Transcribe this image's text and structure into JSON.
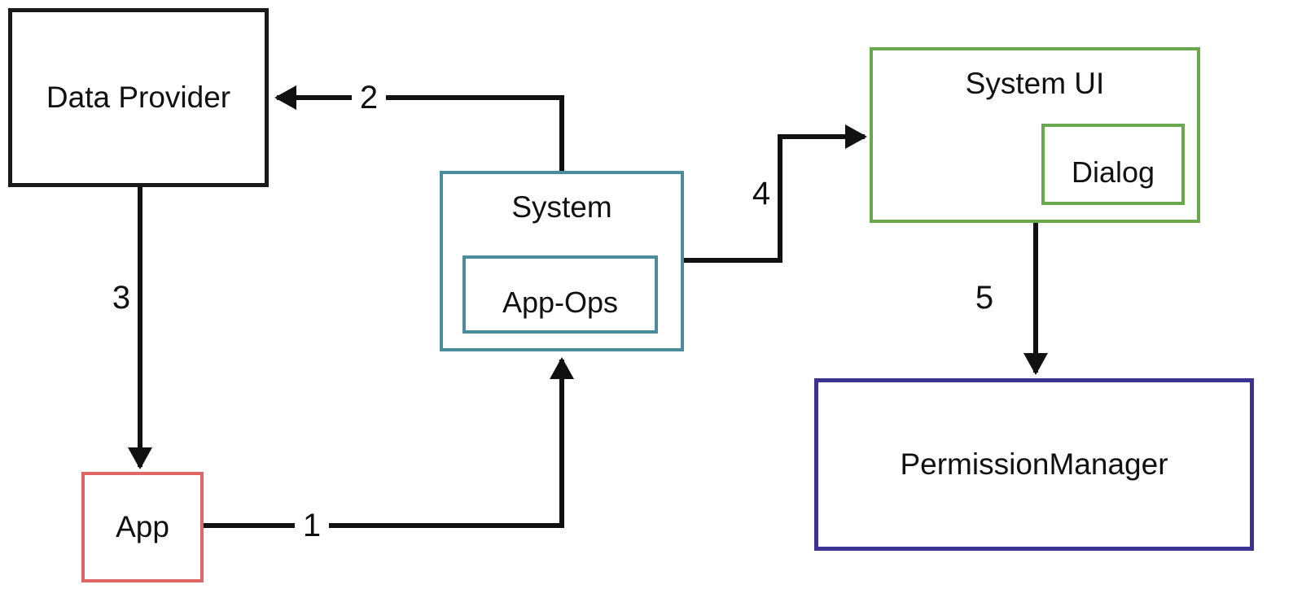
{
  "diagram": {
    "nodes": {
      "data_provider": {
        "label": "Data Provider",
        "border_color": "#1a1a1a"
      },
      "system": {
        "label": "System",
        "border_color": "#4a8b9c"
      },
      "app_ops": {
        "label": "App-Ops",
        "border_color": "#4a8b9c"
      },
      "system_ui": {
        "label": "System UI",
        "border_color": "#6aa84f"
      },
      "dialog": {
        "label": "Dialog",
        "border_color": "#6aa84f"
      },
      "permission_manager": {
        "label": "PermissionManager",
        "border_color": "#3b3293"
      },
      "app": {
        "label": "App",
        "border_color": "#e06666"
      }
    },
    "edge_labels": {
      "e1": "1",
      "e2": "2",
      "e3": "3",
      "e4": "4",
      "e5": "5"
    },
    "arrow_color": "#111111"
  }
}
